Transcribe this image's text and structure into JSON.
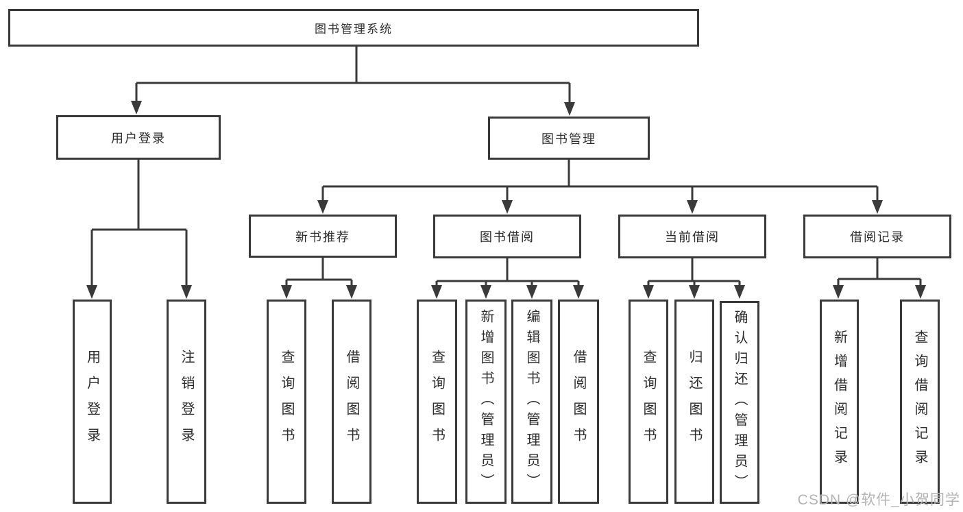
{
  "diagram": {
    "title": "图书管理系统",
    "root": {
      "label": "图书管理系统"
    },
    "branches": [
      {
        "label": "用户登录",
        "children": [
          {
            "label": "用户登录"
          },
          {
            "label": "注销登录"
          }
        ]
      },
      {
        "label": "图书管理",
        "children": [
          {
            "label": "新书推荐",
            "children": [
              {
                "label": "查询图书"
              },
              {
                "label": "借阅图书"
              }
            ]
          },
          {
            "label": "图书借阅",
            "children": [
              {
                "label": "查询图书"
              },
              {
                "label": "新增图书（管理员）"
              },
              {
                "label": "编辑图书（管理员）"
              },
              {
                "label": "借阅图书"
              }
            ]
          },
          {
            "label": "当前借阅",
            "children": [
              {
                "label": "查询图书"
              },
              {
                "label": "归还图书"
              },
              {
                "label": "确认归还（管理员）"
              }
            ]
          },
          {
            "label": "借阅记录",
            "children": [
              {
                "label": "新增借阅记录"
              },
              {
                "label": "查询借阅记录"
              }
            ]
          }
        ]
      }
    ]
  },
  "watermark": {
    "text": "CSDN @软件_小贺同学"
  },
  "colors": {
    "line": "#3a3a3a",
    "text": "#2d2d2d",
    "watermark": "#b3b3b3",
    "background": "#ffffff"
  }
}
